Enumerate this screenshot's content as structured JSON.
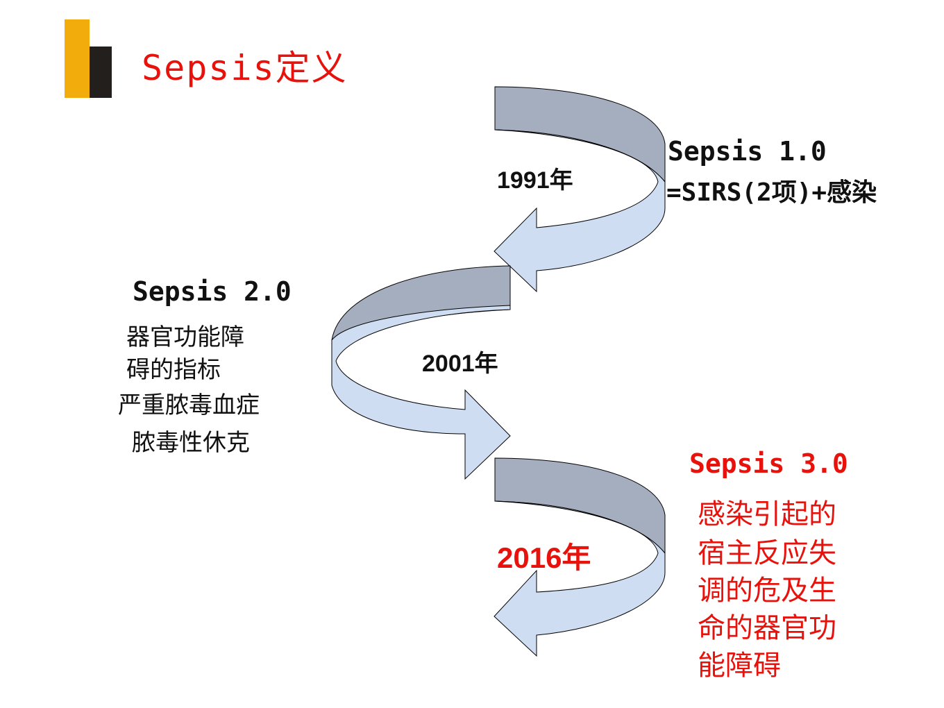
{
  "title": "Sepsis定义",
  "colors": {
    "accent_red": "#E8120C",
    "logo_orange": "#F2AC0C",
    "logo_dark": "#231F1C",
    "arrow_dark": "#A4AEBE",
    "arrow_light": "#CFDDF2"
  },
  "stage1": {
    "year": "1991年",
    "heading": "Sepsis 1.0",
    "definition": "=SIRS(2项)+感染"
  },
  "stage2": {
    "year": "2001年",
    "heading": "Sepsis 2.0",
    "lines": [
      "器官功能障",
      "碍的指标",
      "严重脓毒血症",
      "脓毒性休克"
    ]
  },
  "stage3": {
    "year": "2016年",
    "heading": "Sepsis 3.0",
    "lines": [
      "感染引起的",
      "宿主反应失",
      "调的危及生",
      "命的器官功",
      "能障碍"
    ]
  }
}
